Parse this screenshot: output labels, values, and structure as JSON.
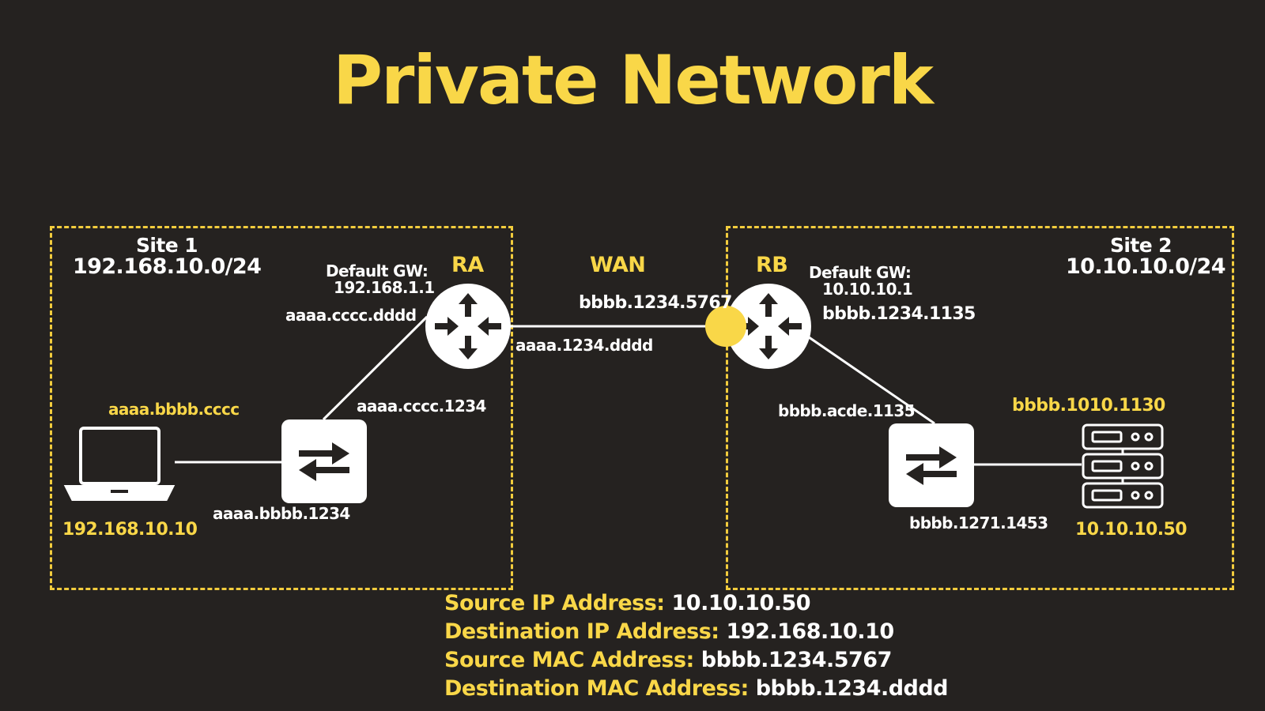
{
  "title": "Private Network",
  "colors": {
    "background": "#252220",
    "accent": "#f9d748",
    "text": "#ffffff"
  },
  "wan_label": "WAN",
  "site1": {
    "name": "Site 1",
    "subnet": "192.168.10.0/24",
    "pc": {
      "icon": "laptop-icon",
      "mac": "aaaa.bbbb.cccc",
      "ip": "192.168.10.10"
    },
    "switch": {
      "icon": "switch-icon",
      "port_pc_mac": "aaaa.bbbb.1234",
      "port_router_mac": "aaaa.cccc.1234"
    },
    "router": {
      "name": "RA",
      "icon": "router-icon",
      "default_gw_label": "Default GW:",
      "default_gw_ip": "192.168.1.1",
      "lan_mac": "aaaa.cccc.dddd",
      "wan_mac": "aaaa.1234.dddd"
    }
  },
  "site2": {
    "name": "Site 2",
    "subnet": "10.10.10.0/24",
    "router": {
      "name": "RB",
      "icon": "router-icon",
      "default_gw_label": "Default GW:",
      "default_gw_ip": "10.10.10.1",
      "wan_mac": "bbbb.1234.5767",
      "lan_mac": "bbbb.1234.1135"
    },
    "switch": {
      "icon": "switch-icon",
      "port_router_mac": "bbbb.acde.1135",
      "port_server_mac": "bbbb.1271.1453"
    },
    "server": {
      "icon": "server-icon",
      "mac": "bbbb.1010.1130",
      "ip": "10.10.10.50"
    }
  },
  "packet": {
    "rows": [
      {
        "key": "Source IP Address:",
        "value": "10.10.10.50"
      },
      {
        "key": "Destination IP Address:",
        "value": "192.168.10.10"
      },
      {
        "key": "Source MAC Address:",
        "value": "bbbb.1234.5767"
      },
      {
        "key": "Destination MAC Address:",
        "value": "bbbb.1234.dddd"
      }
    ]
  }
}
